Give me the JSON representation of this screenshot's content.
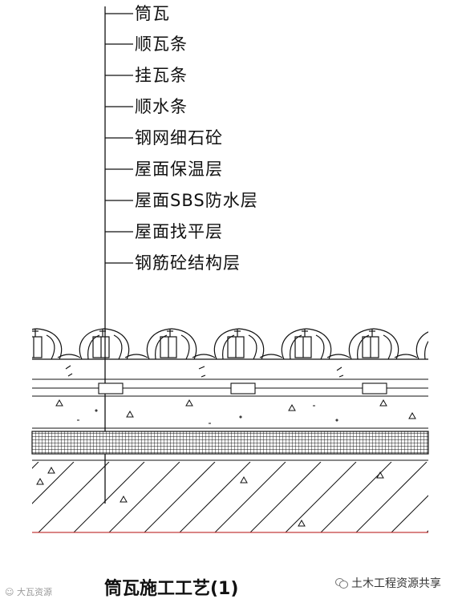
{
  "labels": [
    "筒瓦",
    "顺瓦条",
    "挂瓦条",
    "顺水条",
    "钢网细石砼",
    "屋面保温层",
    "屋面SBS防水层",
    "屋面找平层",
    "钢筋砼结构层"
  ],
  "caption": "筒瓦施工工艺(1)",
  "watermark": "大瓦资源",
  "brand": "土木工程资源共享"
}
